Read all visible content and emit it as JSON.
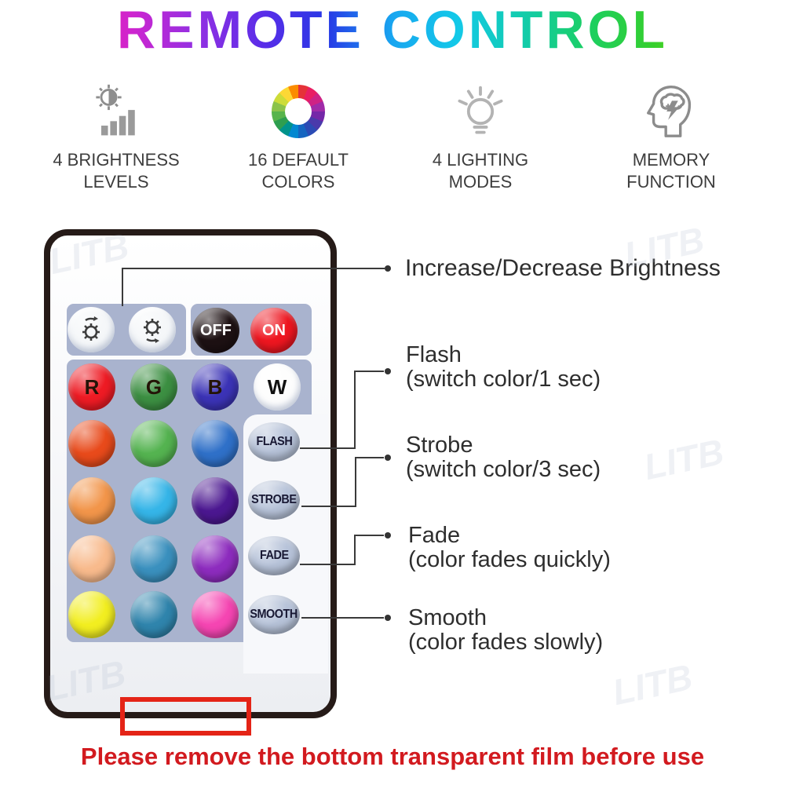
{
  "title": {
    "text": "REMOTE CONTROL",
    "gradient": [
      "#e8132f",
      "#ee1b9b",
      "#cf25cf",
      "#9230e2",
      "#5b2de8",
      "#2738e6",
      "#18a6f0",
      "#13c9e8",
      "#12ccab",
      "#1ccf62",
      "#36cf2c",
      "#7edb12",
      "#b2e612"
    ]
  },
  "features": [
    {
      "icon": "brightness-levels-icon",
      "label_lines": [
        "4 BRIGHTNESS",
        "LEVELS"
      ]
    },
    {
      "icon": "color-wheel-icon",
      "label_lines": [
        "16 DEFAULT",
        "COLORS"
      ],
      "wheel_colors": [
        "#e53238",
        "#e91e63",
        "#ce2285",
        "#a02ba8",
        "#7527a8",
        "#4a3aab",
        "#2b4bb5",
        "#1565c0",
        "#0288d1",
        "#00938b",
        "#2e9e4f",
        "#57b44b",
        "#8bc34a",
        "#cddc39",
        "#fdd835",
        "#fb8c00"
      ]
    },
    {
      "icon": "lighting-modes-icon",
      "label_lines": [
        "4 LIGHTING",
        "MODES"
      ]
    },
    {
      "icon": "memory-function-icon",
      "label_lines": [
        "MEMORY",
        "FUNCTION"
      ]
    }
  ],
  "remote": {
    "panel_color": "#a9b3ce",
    "off_label": "OFF",
    "on_label": "ON",
    "off_color": "#1d1113",
    "on_color": "#ee1620",
    "rgbw_row": [
      {
        "label": "R",
        "color": "#ee1b24"
      },
      {
        "label": "G",
        "color": "#3c8f42"
      },
      {
        "label": "B",
        "color": "#3b33b6"
      },
      {
        "label": "W",
        "color": "#fdfdfd"
      }
    ],
    "color_grid": [
      [
        "#e84a1b",
        "#54b350",
        "#2f70c8"
      ],
      [
        "#f2954a",
        "#35b5e8",
        "#4b1790"
      ],
      [
        "#f8ba8c",
        "#3a90be",
        "#8d2cbe"
      ],
      [
        "#f2ee20",
        "#2f84ac",
        "#f545b2"
      ]
    ],
    "mode_buttons": [
      "FLASH",
      "STROBE",
      "FADE",
      "SMOOTH"
    ]
  },
  "annotations": {
    "brightness": "Increase/Decrease Brightness",
    "items": [
      {
        "title": "Flash",
        "subtitle": "(switch color/1 sec)"
      },
      {
        "title": "Strobe",
        "subtitle": "(switch color/3 sec)"
      },
      {
        "title": "Fade",
        "subtitle": "(color fades quickly)"
      },
      {
        "title": "Smooth",
        "subtitle": "(color fades slowly)"
      }
    ]
  },
  "footer": {
    "warning": "Please remove the bottom transparent film before use",
    "warning_color": "#d21a1f"
  },
  "watermark": "LITB"
}
